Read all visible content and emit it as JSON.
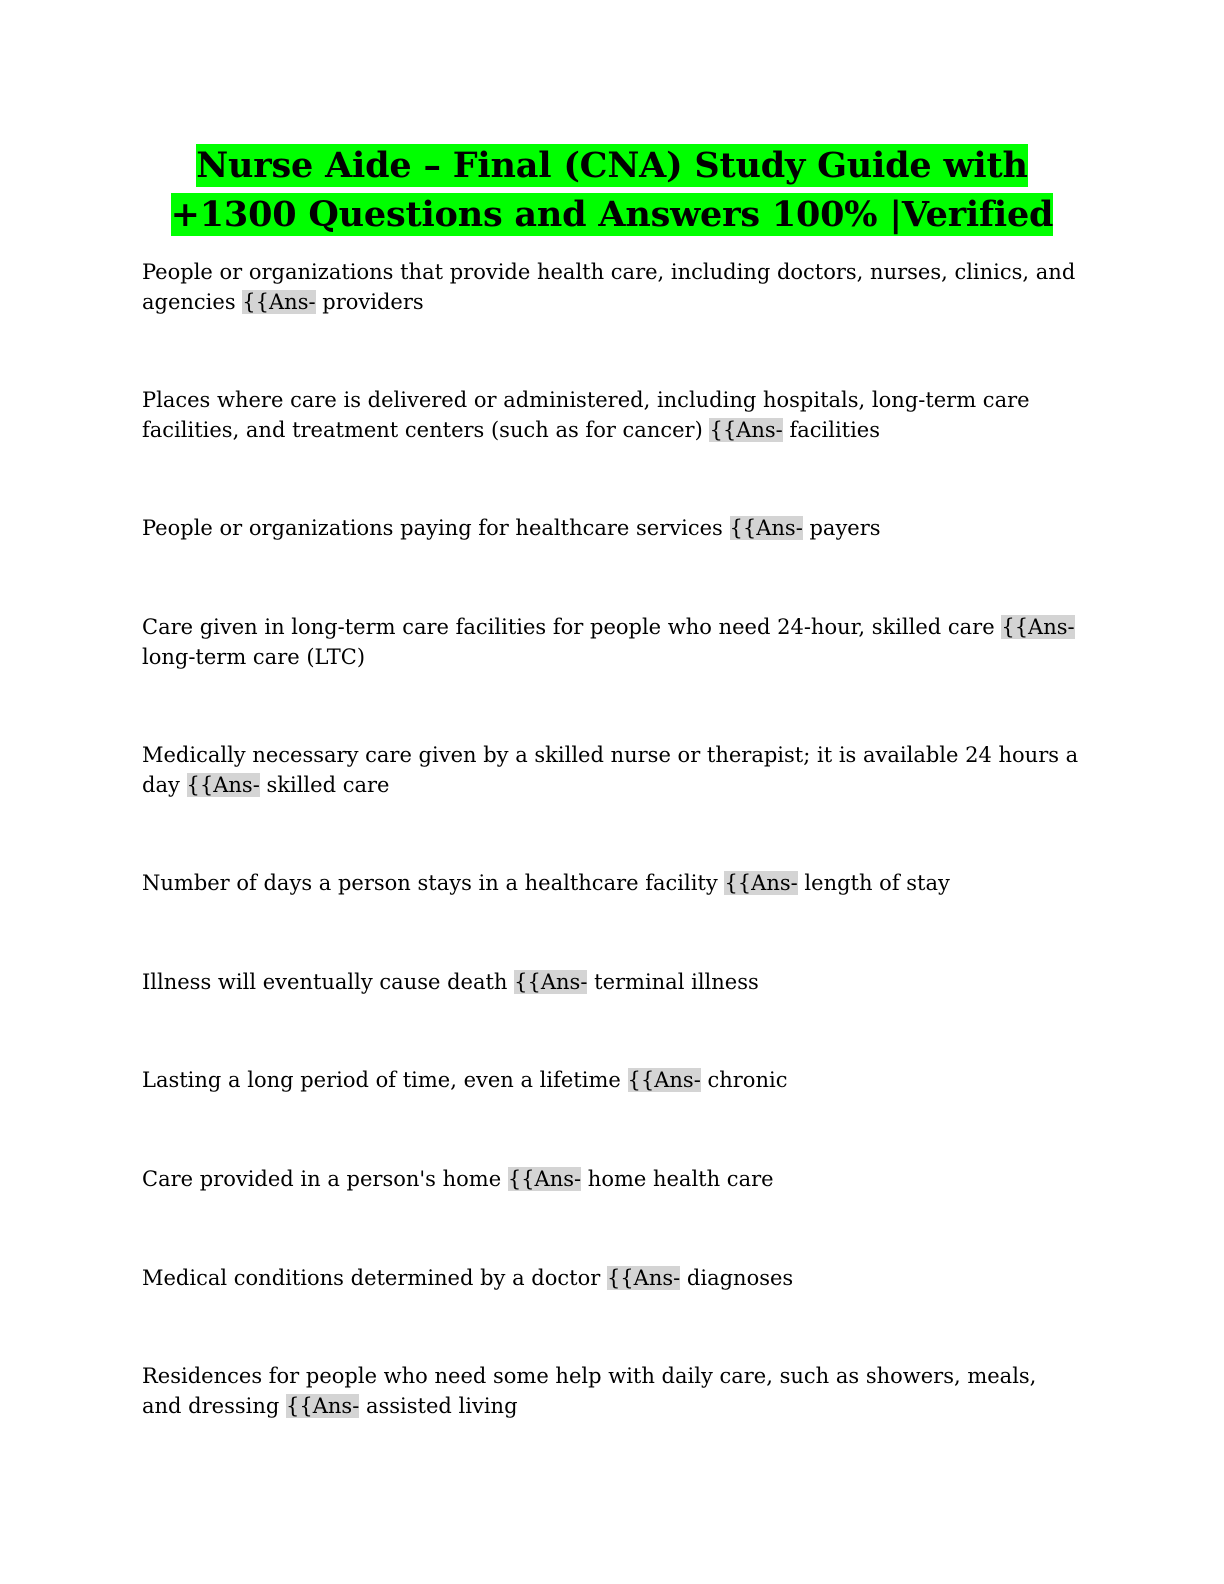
{
  "document": {
    "title": "Nurse Aide – Final (CNA) Study Guide with +1300 Questions and Answers 100% |Verified",
    "answer_marker": "{{Ans-",
    "highlight_color": "#00ff00",
    "marker_color": "#d4d4d4",
    "items": [
      {
        "question": "People or organizations that provide health care, including doctors, nurses, clinics, and agencies",
        "answer": "providers"
      },
      {
        "question": "Places where care is delivered or administered, including hospitals, long-term care facilities, and treatment centers (such as for cancer)",
        "answer": "facilities"
      },
      {
        "question": "People or organizations paying for healthcare services",
        "answer": "payers"
      },
      {
        "question": "Care given in long-term care facilities for people who need 24-hour, skilled care",
        "answer": "long-term care (LTC)"
      },
      {
        "question": "Medically necessary care given by a skilled nurse or therapist; it is available 24 hours a day",
        "answer": "skilled care"
      },
      {
        "question": "Number of days a person stays in a healthcare facility",
        "answer": "length of stay"
      },
      {
        "question": "Illness will eventually cause death",
        "answer": "terminal illness"
      },
      {
        "question": "Lasting a long period of time, even a lifetime",
        "answer": "chronic"
      },
      {
        "question": "Care provided in a person's home",
        "answer": "home health care"
      },
      {
        "question": "Medical conditions determined by a doctor",
        "answer": "diagnoses"
      },
      {
        "question": "Residences for people who need some help with daily care, such as showers, meals, and dressing",
        "answer": "assisted living"
      }
    ]
  }
}
